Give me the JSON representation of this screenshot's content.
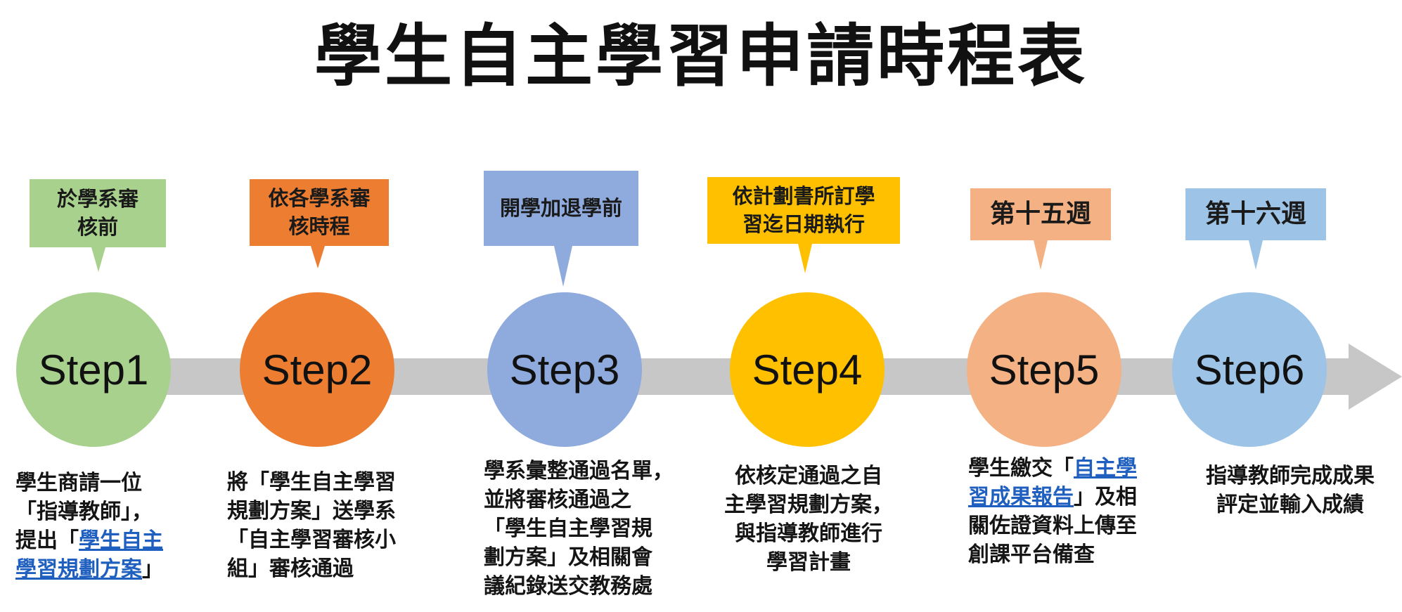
{
  "title": "學生自主學習申請時程表",
  "colors": {
    "step1": "#a9d18e",
    "step2": "#ed7d31",
    "step3": "#8faadc",
    "step4": "#ffc000",
    "step5": "#f4b183",
    "step6": "#9dc3e6",
    "arrow": "#c7c7c7",
    "link": "#1f5fbf"
  },
  "steps": [
    {
      "label": "Step1",
      "callout": [
        "於學系審",
        "核前"
      ],
      "description": [
        {
          "parts": [
            {
              "text": "學生商請一位"
            }
          ]
        },
        {
          "parts": [
            {
              "text": "「指導教師」，"
            }
          ]
        },
        {
          "parts": [
            {
              "text": "提出「"
            },
            {
              "text": "學生自主",
              "link": true
            }
          ]
        },
        {
          "parts": [
            {
              "text": "學習規劃方案",
              "link": true
            },
            {
              "text": "」"
            }
          ]
        }
      ]
    },
    {
      "label": "Step2",
      "callout": [
        "依各學系審",
        "核時程"
      ],
      "description": [
        {
          "parts": [
            {
              "text": "將「學生自主學習"
            }
          ]
        },
        {
          "parts": [
            {
              "text": "規劃方案」送學系"
            }
          ]
        },
        {
          "parts": [
            {
              "text": "「自主學習審核小"
            }
          ]
        },
        {
          "parts": [
            {
              "text": "組」審核通過"
            }
          ]
        }
      ]
    },
    {
      "label": "Step3",
      "callout": [
        "開學加退學前"
      ],
      "description": [
        {
          "parts": [
            {
              "text": "學系彙整通過名單，"
            }
          ]
        },
        {
          "parts": [
            {
              "text": "並將審核通過之"
            }
          ]
        },
        {
          "parts": [
            {
              "text": "「學生自主學習規"
            }
          ]
        },
        {
          "parts": [
            {
              "text": "劃方案」及相關會"
            }
          ]
        },
        {
          "parts": [
            {
              "text": "議紀錄送交教務處"
            }
          ]
        }
      ]
    },
    {
      "label": "Step4",
      "callout": [
        "依計劃書所訂學",
        "習迄日期執行"
      ],
      "description": [
        {
          "parts": [
            {
              "text": "依核定通過之自"
            }
          ]
        },
        {
          "parts": [
            {
              "text": "主學習規劃方案，"
            }
          ]
        },
        {
          "parts": [
            {
              "text": "與指導教師進行"
            }
          ]
        },
        {
          "parts": [
            {
              "text": "學習計畫"
            }
          ]
        }
      ]
    },
    {
      "label": "Step5",
      "callout": [
        "第十五週"
      ],
      "description": [
        {
          "parts": [
            {
              "text": "學生繳交「"
            },
            {
              "text": "自主學",
              "link": true
            }
          ]
        },
        {
          "parts": [
            {
              "text": "習成果報告",
              "link": true
            },
            {
              "text": "」及相"
            }
          ]
        },
        {
          "parts": [
            {
              "text": "關佐證資料上傳至"
            }
          ]
        },
        {
          "parts": [
            {
              "text": "創課平台備查"
            }
          ]
        }
      ]
    },
    {
      "label": "Step6",
      "callout": [
        "第十六週"
      ],
      "description": [
        {
          "parts": [
            {
              "text": "指導教師完成成果"
            }
          ]
        },
        {
          "parts": [
            {
              "text": "評定並輸入成績"
            }
          ]
        }
      ]
    }
  ]
}
